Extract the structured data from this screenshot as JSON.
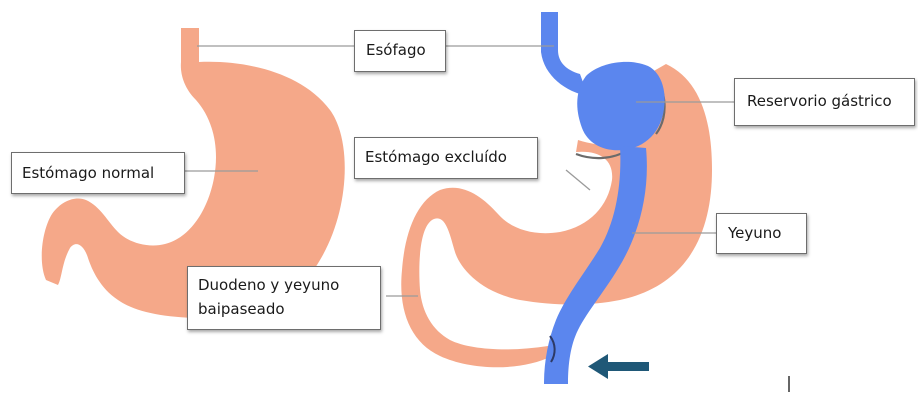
{
  "labels": {
    "esofago": "Esófago",
    "estomago_normal": "Estómago normal",
    "duodeno_line1": "Duodeno y yeyuno",
    "duodeno_line2": "baipaseado",
    "estomago_excluido": "Estómago excluído",
    "reservorio": "Reservorio gástrico",
    "yeyuno": "Yeyuno"
  },
  "colors": {
    "stomach": "#f5a889",
    "pouch": "#5b86ee",
    "arrow": "#1f5877",
    "leader": "#9a9a9a"
  }
}
